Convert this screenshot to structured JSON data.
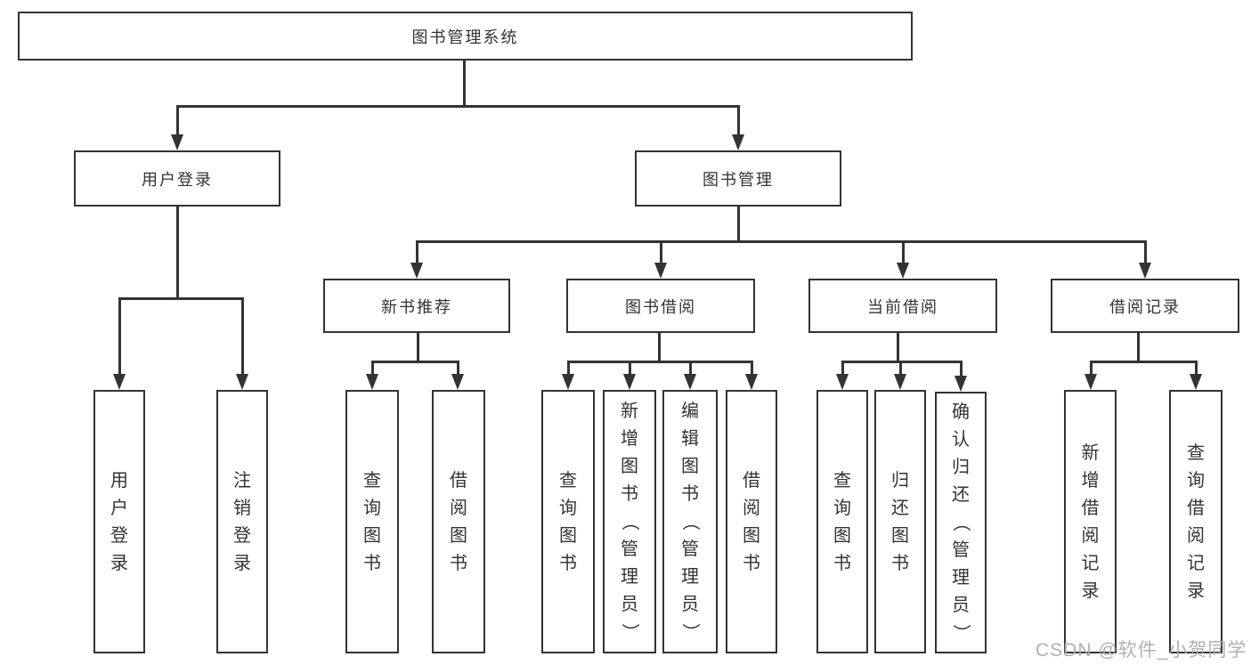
{
  "diagram": {
    "root": "图书管理系统",
    "level2": [
      "用户登录",
      "图书管理"
    ],
    "level3": [
      "新书推荐",
      "图书借阅",
      "当前借阅",
      "借阅记录"
    ],
    "leaves": [
      "用户登录",
      "注销登录",
      "查询图书",
      "借阅图书",
      "查询图书",
      "新增图书（管理员）",
      "编辑图书（管理员）",
      "借阅图书",
      "查询图书",
      "归还图书",
      "确认归还（管理员）",
      "新增借阅记录",
      "查询借阅记录"
    ],
    "watermark": "CSDN @软件_小贺同学"
  },
  "colors": {
    "line": "#333333",
    "text": "#333333",
    "watermark": "#acacac",
    "background": "#ffffff"
  }
}
